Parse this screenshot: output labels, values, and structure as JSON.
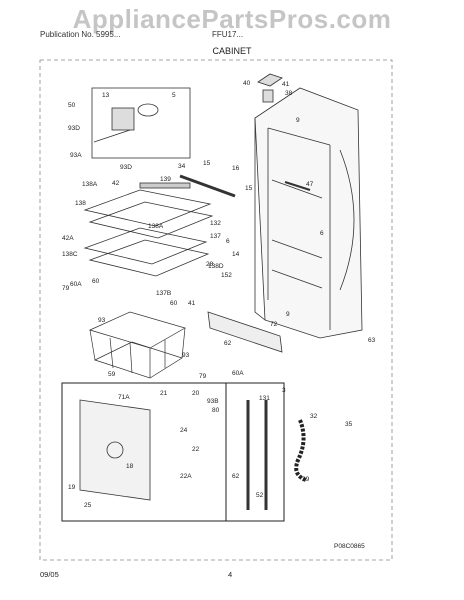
{
  "watermark": "AppliancePartsPros.com",
  "header": {
    "left": "Publication No. 5995...",
    "right": "FFU17...",
    "section": "CABINET"
  },
  "diagram": {
    "part_labels": [
      "40",
      "41",
      "38",
      "9",
      "13",
      "5",
      "50",
      "93D",
      "93A",
      "93D",
      "34",
      "15",
      "16",
      "138A",
      "42",
      "139",
      "15",
      "47",
      "138",
      "132",
      "137",
      "6",
      "138A",
      "42A",
      "138C",
      "14",
      "6",
      "138D",
      "60",
      "28",
      "152",
      "79",
      "60A",
      "137B",
      "60",
      "41",
      "9",
      "72",
      "93",
      "62",
      "63",
      "93",
      "59",
      "79",
      "60A",
      "3",
      "71A",
      "21",
      "20",
      "93B",
      "80",
      "131",
      "32",
      "35",
      "24",
      "18",
      "22",
      "22A",
      "62",
      "52",
      "19",
      "29",
      "25"
    ],
    "code": "P08C0865"
  },
  "footer": {
    "date": "09/05",
    "page": "4"
  }
}
